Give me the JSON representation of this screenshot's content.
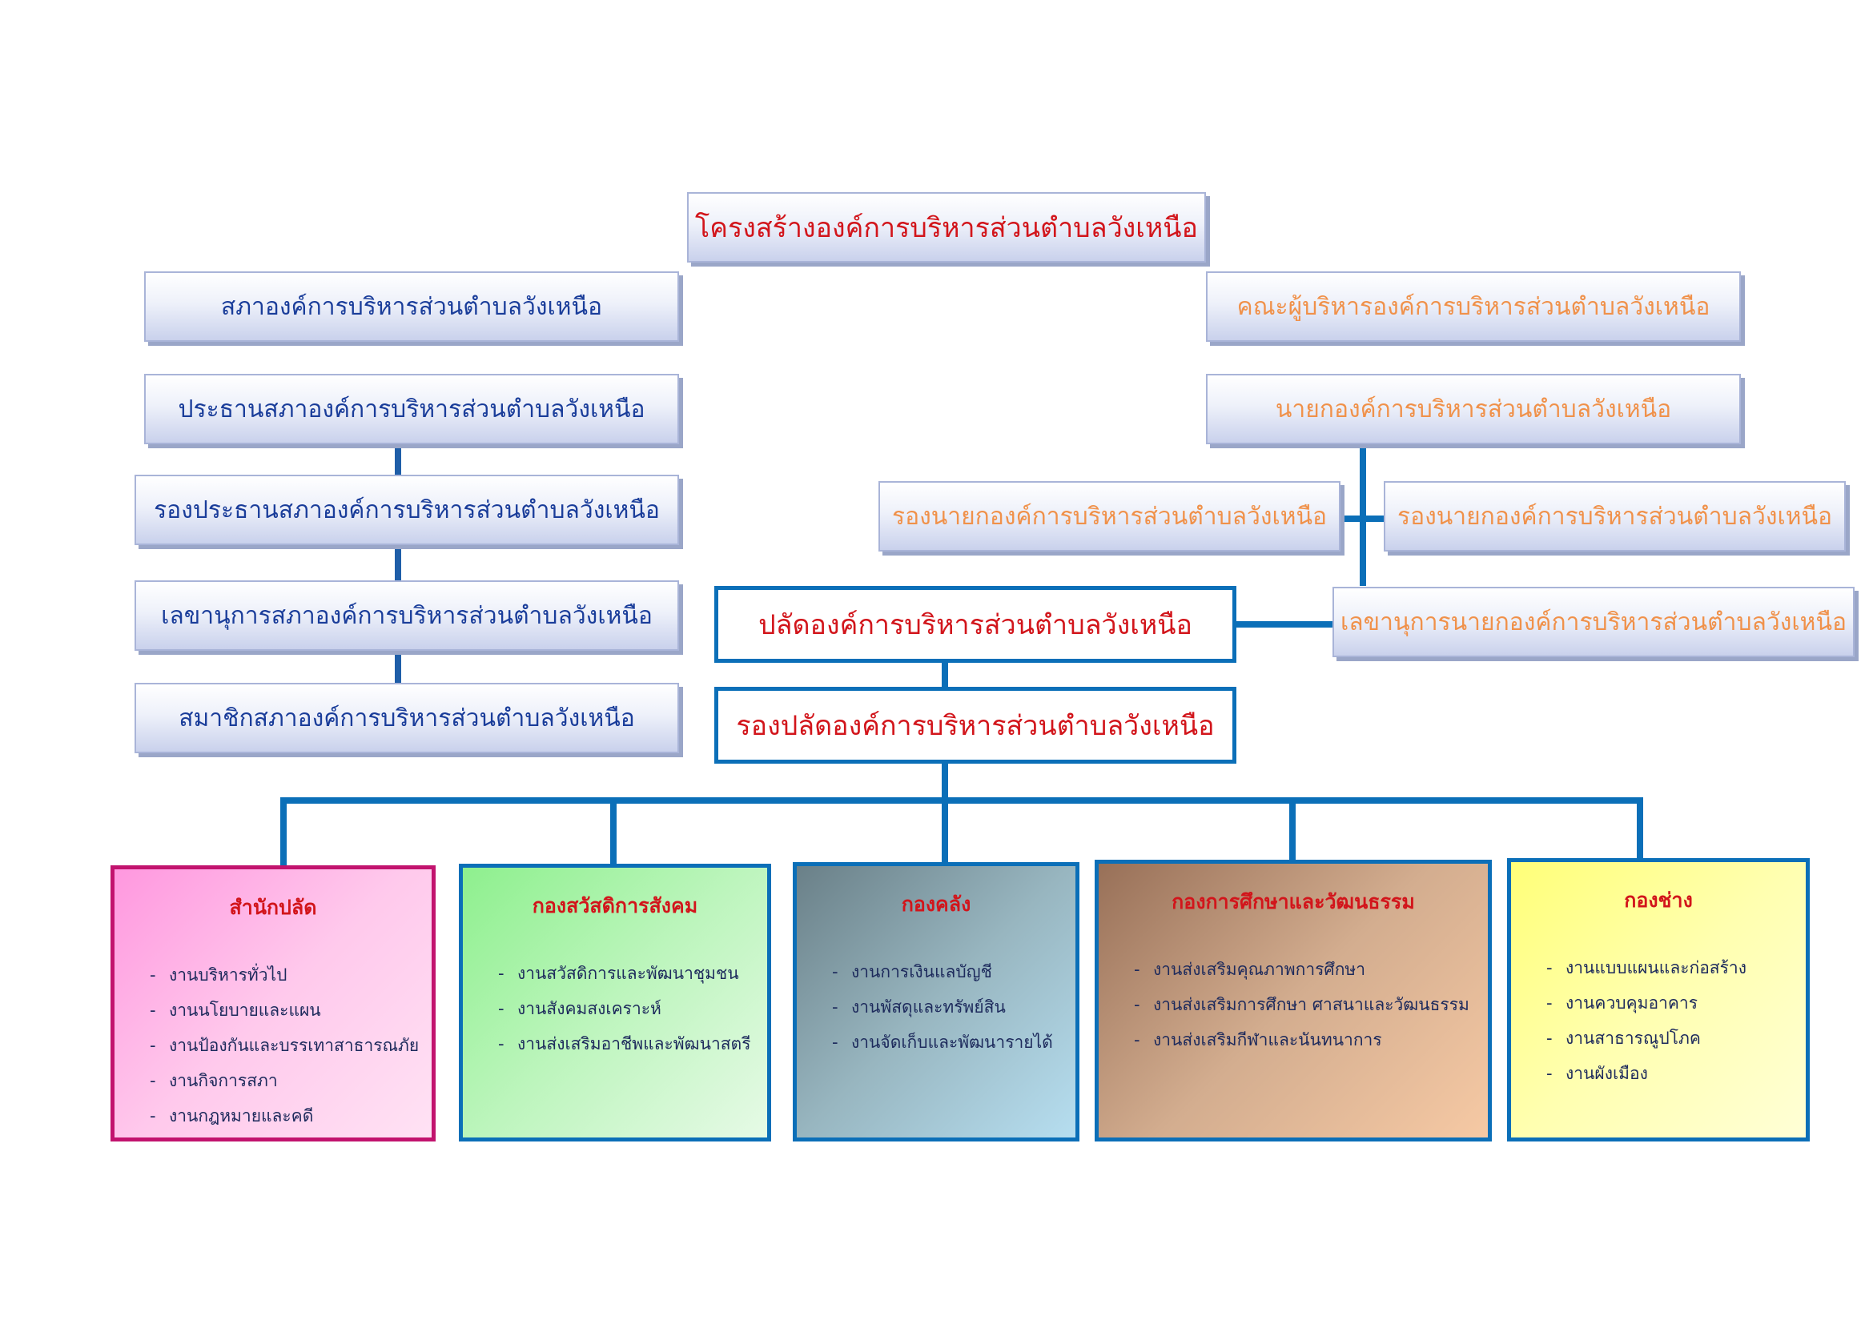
{
  "title": "โครงสร้างองค์การบริหารส่วนตำบลวังเหนือ",
  "council": {
    "head": "สภาองค์การบริหารส่วนตำบลวังเหนือ",
    "members": [
      "ประธานสภาองค์การบริหารส่วนตำบลวังเหนือ",
      "รองประธานสภาองค์การบริหารส่วนตำบลวังเหนือ",
      "เลขานุการสภาองค์การบริหารส่วนตำบลวังเหนือ",
      "สมาชิกสภาองค์การบริหารส่วนตำบลวังเหนือ"
    ]
  },
  "executive": {
    "head": "คณะผู้บริหารองค์การบริหารส่วนตำบลวังเหนือ",
    "mayor": "นายกองค์การบริหารส่วนตำบลวังเหนือ",
    "deputy_left": "รองนายกองค์การบริหารส่วนตำบลวังเหนือ",
    "deputy_right": "รองนายกองค์การบริหารส่วนตำบลวังเหนือ",
    "secretary": "เลขานุการนายกองค์การบริหารส่วนตำบลวังเหนือ"
  },
  "administration": {
    "chief": "ปลัดองค์การบริหารส่วนตำบลวังเหนือ",
    "deputy_chief": "รองปลัดองค์การบริหารส่วนตำบลวังเหนือ"
  },
  "departments": [
    {
      "title": "สำนักปลัด",
      "items": [
        "งานบริหารทั่วไป",
        "งานนโยบายและแผน",
        "งานป้องกันและบรรเทาสาธารณภัย",
        "งานกิจการสภา",
        "งานกฎหมายและคดี"
      ]
    },
    {
      "title": "กองสวัสดิการสังคม",
      "items": [
        "งานสวัสดิการและพัฒนาชุมชน",
        "งานสังคมสงเคราะห์",
        "งานส่งเสริมอาชีพและพัฒนาสตรี"
      ]
    },
    {
      "title": "กองคลัง",
      "items": [
        "งานการเงินแลบัญชี",
        "งานพัสดุและทรัพย์สิน",
        "งานจัดเก็บและพัฒนารายได้"
      ]
    },
    {
      "title": "กองการศึกษาและวัฒนธรรม",
      "items": [
        "งานส่งเสริมคุณภาพการศึกษา",
        "งานส่งเสริมการศึกษา ศาสนาและวัฒนธรรม",
        "งานส่งเสริมกีฬาและนันทนาการ"
      ]
    },
    {
      "title": "กองช่าง",
      "items": [
        "งานแบบแผนและก่อสร้าง",
        "งานควบคุมอาคาร",
        "งานสาธารณูปโภค",
        "งานผังเมือง"
      ]
    }
  ],
  "list_dash": "-",
  "colors": {
    "line": "#0b6fb8",
    "title_red": "#d2151b",
    "council_blue": "#1a3d9a",
    "executive_orange": "#f0914a"
  }
}
